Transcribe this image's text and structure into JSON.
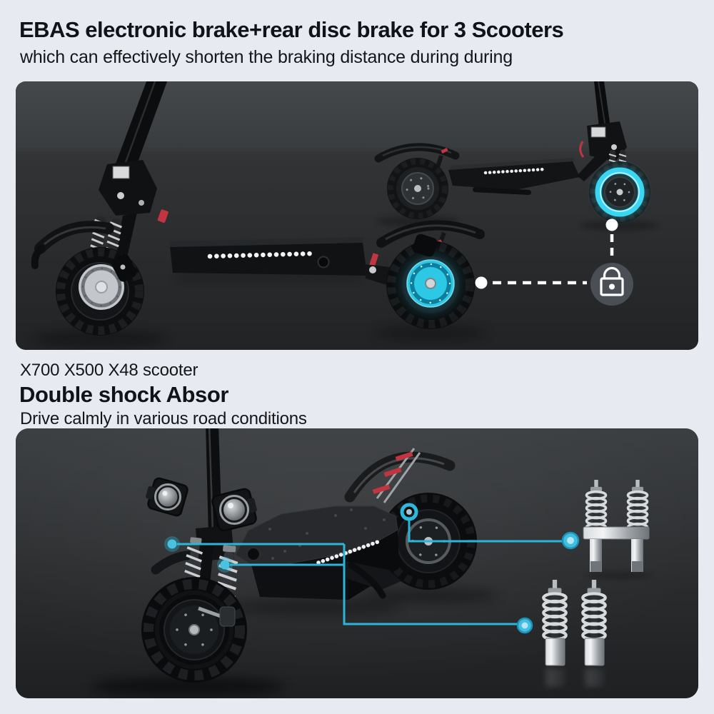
{
  "header": {
    "title": "EBAS electronic brake+rear disc brake for 3 Scooters",
    "subtitle": "which can effectively shorten the braking distance during during"
  },
  "shock_section": {
    "models": "X700 X500 X48 scooter",
    "title": "Double shock Absor",
    "subtitle": "Drive calmly in various road conditions"
  },
  "figures": {
    "top_icon": "lock-icon",
    "top_markers": [
      "white-dot",
      "white-dot"
    ],
    "bottom_markers": [
      "cyan-ring",
      "cyan-dot",
      "cyan-dot",
      "cyan-ring",
      "cyan-ring"
    ]
  },
  "colors": {
    "page_bg": "#e8eaf2",
    "text": "#101318",
    "accent_cyan": "#2cb5d8",
    "glow_cyan": "#38d6f2",
    "red_accent": "#c23540",
    "callout_white": "#ffffff",
    "panel_top_bg": "#383b3e",
    "panel_bottom_bg": "#2b2d30"
  }
}
